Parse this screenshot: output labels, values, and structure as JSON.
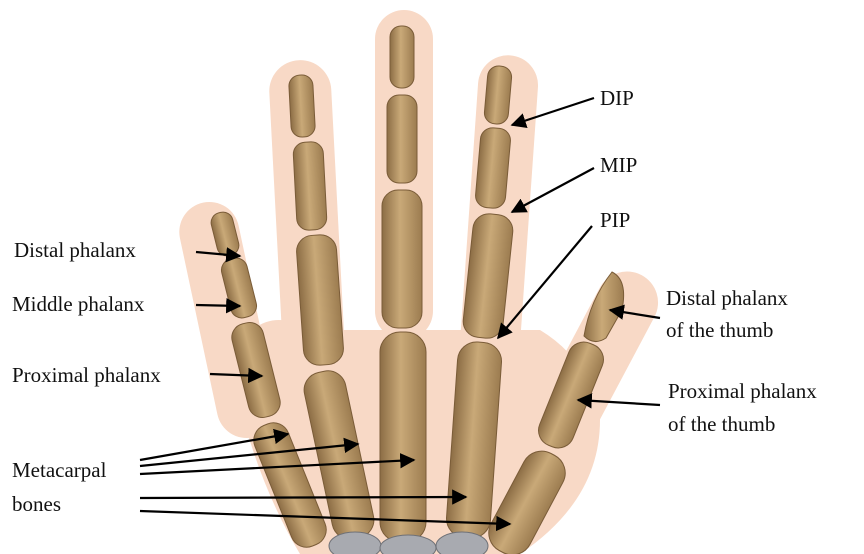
{
  "colors": {
    "skin": "#f8d9c6",
    "bone": "#b69466",
    "bone_light": "#d7bc93",
    "bone_dark": "#8c6d45",
    "wrist": "#a8aab0",
    "arrow": "#000000"
  },
  "labels": {
    "dip": "DIP",
    "mip": "MIP",
    "pip": "PIP",
    "distal_phalanx": "Distal phalanx",
    "middle_phalanx": "Middle phalanx",
    "proximal_phalanx": "Proximal phalanx",
    "distal_thumb_line1": "Distal phalanx",
    "distal_thumb_line2": "of the thumb",
    "proximal_thumb_line1": "Proximal phalanx",
    "proximal_thumb_line2": "of the thumb",
    "metacarpal_line1": "Metacarpal",
    "metacarpal_line2": "bones"
  }
}
